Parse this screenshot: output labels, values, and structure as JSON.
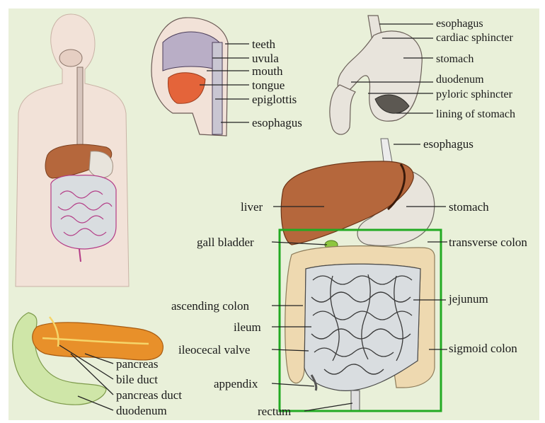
{
  "colors": {
    "background": "#e9f0d9",
    "skin": "#f2e2d8",
    "liver": "#b5673c",
    "stomach": "#e8e4dc",
    "intestine": "#d9dde0",
    "colon": "#eed9b0",
    "pancreas": "#e8902a",
    "duodenum": "#cfe6a8",
    "highlight_box": "#22aa22"
  },
  "mouth_labels": [
    "teeth",
    "uvula",
    "mouth",
    "tongue",
    "epiglottis",
    "esophagus"
  ],
  "stomach_labels": [
    "esophagus",
    "cardiac sphincter",
    "stomach",
    "duodenum",
    "pyloric sphincter",
    "lining of stomach"
  ],
  "main_labels": {
    "esophagus": "esophagus",
    "liver": "liver",
    "stomach": "stomach",
    "gall_bladder": "gall bladder",
    "transverse_colon": "transverse colon",
    "ascending_colon": "ascending colon",
    "jejunum": "jejunum",
    "ileum": "ileum",
    "ileocecal_valve": "ileocecal valve",
    "sigmoid_colon": "sigmoid colon",
    "appendix": "appendix",
    "rectum": "rectum"
  },
  "pancreas_labels": [
    "pancreas",
    "bile duct",
    "pancreas duct",
    "duodenum"
  ]
}
